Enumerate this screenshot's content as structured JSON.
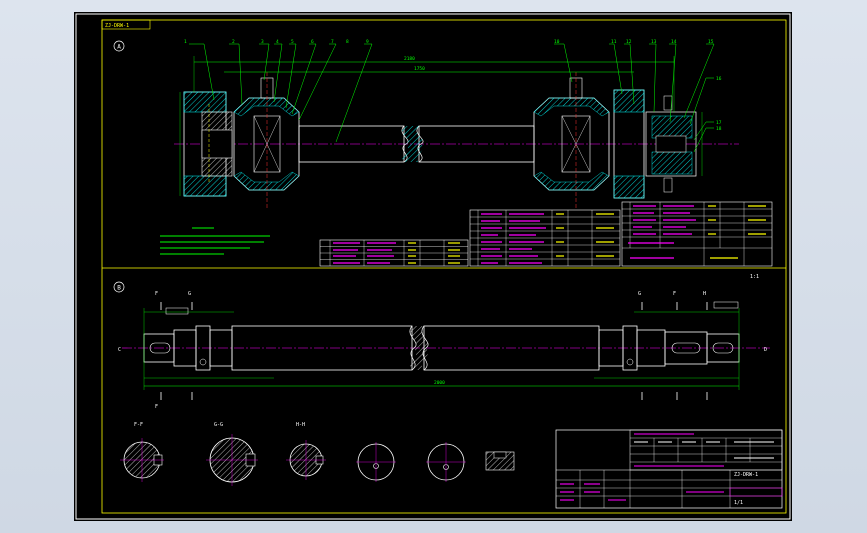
{
  "drawing": {
    "corner_tag": "ZJ-DRW-1",
    "view_a_marker": "A",
    "view_b_marker": "B",
    "balloons": [
      "1",
      "2",
      "3",
      "4",
      "5",
      "6",
      "7",
      "8",
      "9",
      "10",
      "11",
      "12",
      "13",
      "14",
      "15",
      "16",
      "17",
      "18"
    ],
    "section_labels": [
      "F-F",
      "G-G",
      "H-H",
      "C",
      "D"
    ],
    "cut_marks": [
      "F",
      "G",
      "F",
      "G",
      "F",
      "H"
    ],
    "dim_top_long": "2180",
    "dim_top_mid": "1750",
    "dim_bottom_long": "2000",
    "scale_note": "1:1"
  },
  "title_block": {
    "title": "ZJ-DRW-1",
    "sheet": "1/1"
  },
  "colors": {
    "background": "#000000",
    "border": "#ffffff",
    "geometry": "#ffffff",
    "annotation": "#00ff00",
    "centerline": "#ff00ff",
    "title_block": "#ff00ff",
    "hidden": "#ffff00",
    "cyan": "#00ffff",
    "red": "#ff3030"
  }
}
